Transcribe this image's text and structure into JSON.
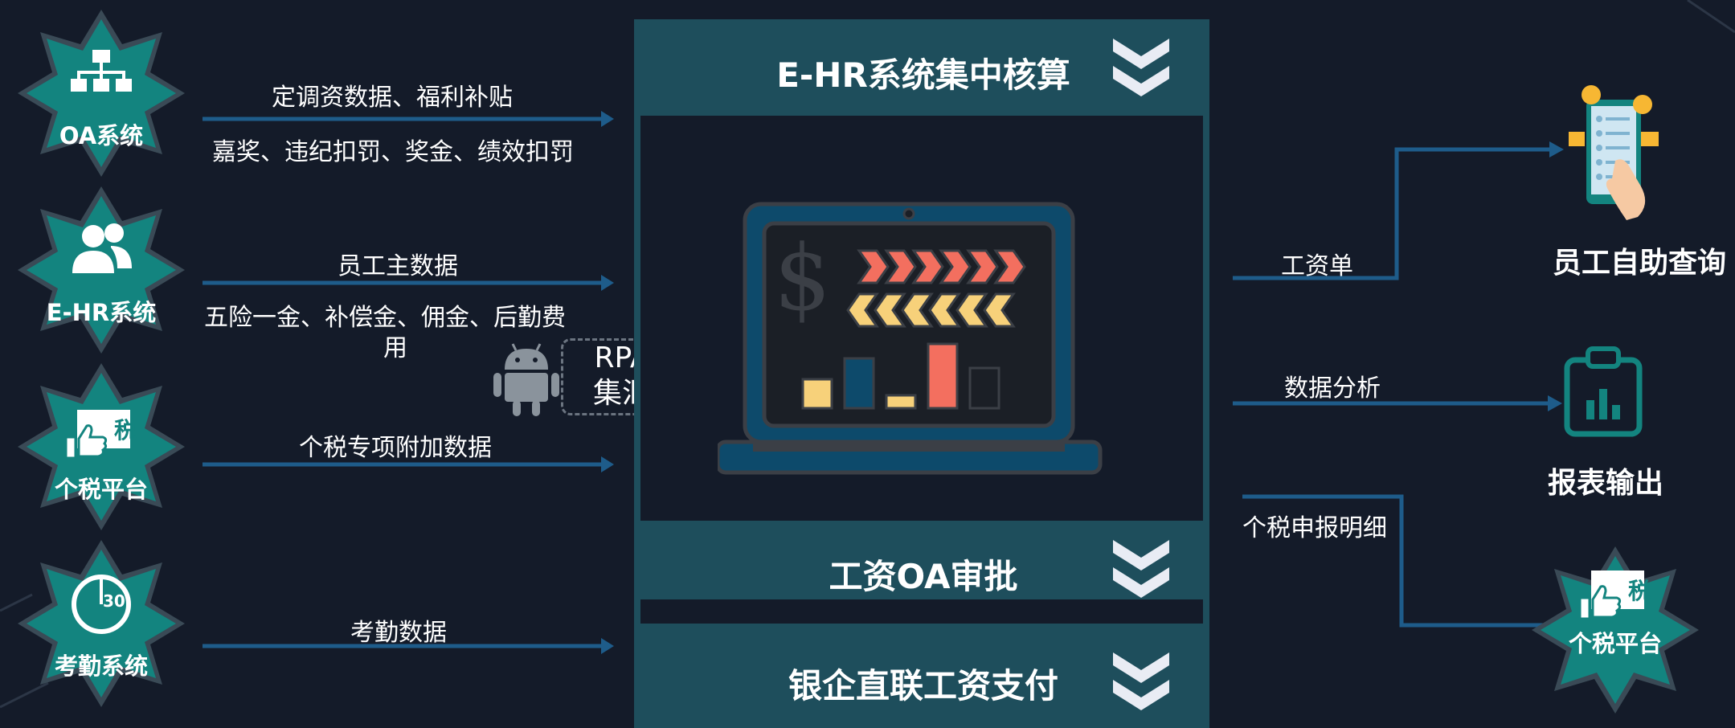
{
  "sources": {
    "oa": {
      "label": "OA系统",
      "icon": "org-chart-icon"
    },
    "ehr": {
      "label": "E-HR系统",
      "icon": "users-icon"
    },
    "tax": {
      "label": "个税平台",
      "icon": "tax-thumb-icon",
      "badge": "税"
    },
    "attendance": {
      "label": "考勤系统",
      "icon": "clock-icon",
      "badge": "30"
    }
  },
  "flows": {
    "oa_top": "定调资数据、福利补贴",
    "oa_bottom": "嘉奖、违纪扣罚、奖金、绩效扣罚",
    "ehr_top": "员工主数据",
    "ehr_bottom_1": "五险一金、补偿金、佣金、后勤费",
    "ehr_bottom_2": "用",
    "tax_top": "个税专项附加数据",
    "attendance_top": "考勤数据"
  },
  "rpa": {
    "line1": "RPA收",
    "line2": "集汇总",
    "icon": "android-robot-icon"
  },
  "center": {
    "step1": "E-HR系统集中核算",
    "step2": "工资OA审批",
    "step3": "银企直联工资支付",
    "laptop_icon": "payroll-laptop-icon",
    "currency_symbol": "$"
  },
  "outputs": {
    "payslip_flow": "工资单",
    "payslip_target": "员工自助查询",
    "analysis_flow": "数据分析",
    "analysis_target": "报表输出",
    "tax_flow": "个税申报明细",
    "tax_target": "个税平台",
    "tax_badge": "税"
  },
  "colors": {
    "background": "#141b29",
    "teal": "#13847f",
    "panel": "#1e4e5c",
    "arrow": "#1e5c8a",
    "chevron": "#e9ecf4",
    "coral": "#f36f5f",
    "yellow": "#f7d17a"
  }
}
